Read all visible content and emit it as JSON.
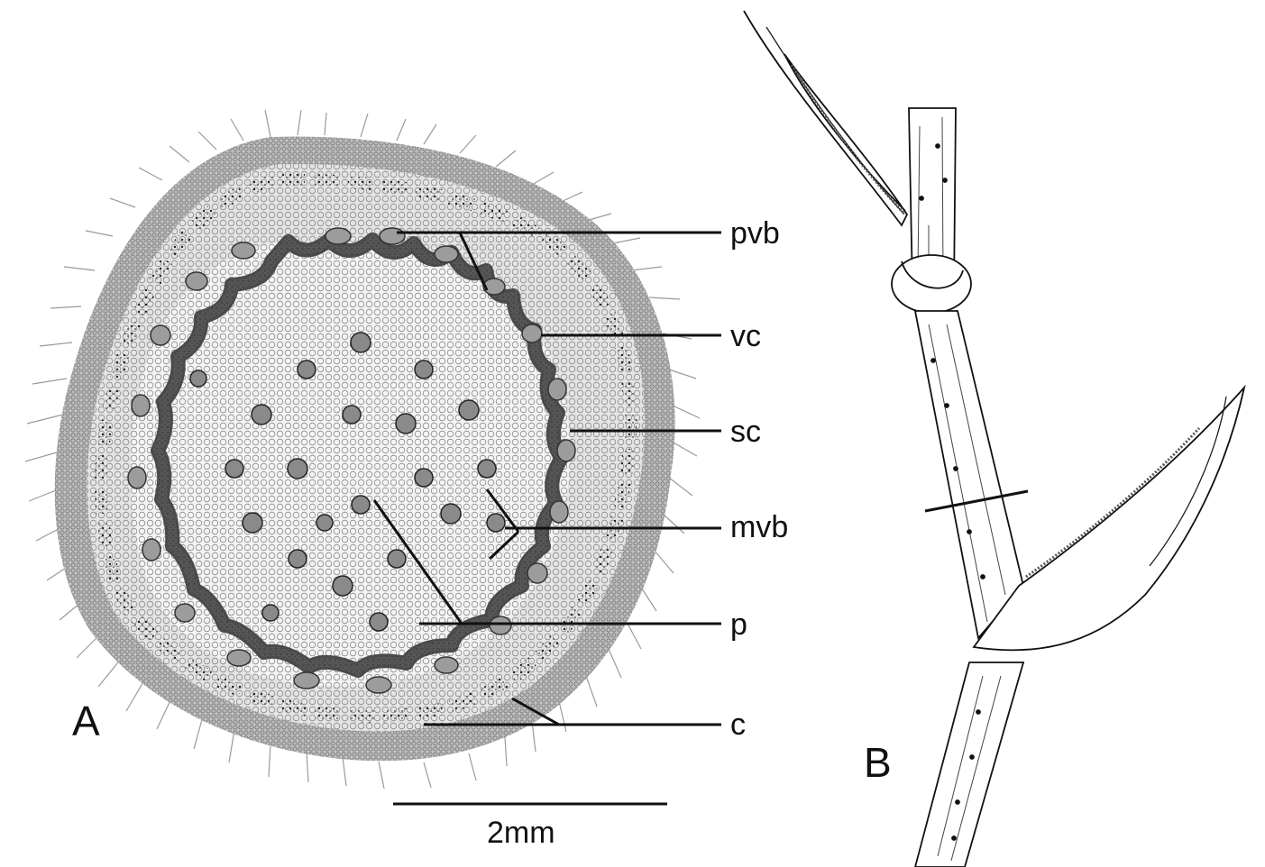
{
  "figure": {
    "panels": {
      "a": "A",
      "b": "B"
    },
    "labels": {
      "pvb": "pvb",
      "vc": "vc",
      "sc": "sc",
      "mvb": "mvb",
      "p": "p",
      "c": "c"
    },
    "scale_bar": "2mm"
  }
}
